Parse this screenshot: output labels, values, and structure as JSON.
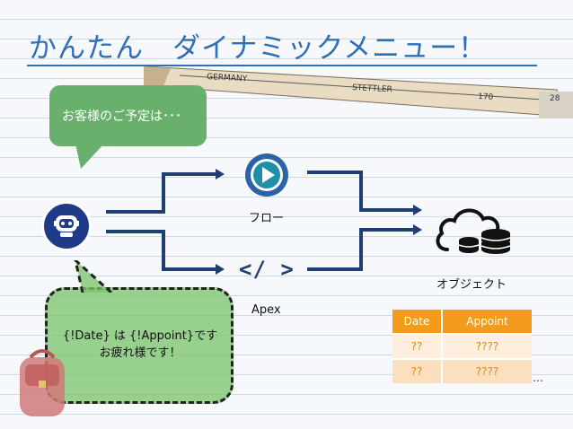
{
  "title": "かんたん　ダイナミックメニュー！",
  "speech_bubble": {
    "text": "お客様のご予定は･･･"
  },
  "dashed_bubble": {
    "line1": "{!Date} は {!Appoint}です",
    "line2": "お疲れ様です！"
  },
  "nodes": {
    "flow_label": "フロー",
    "apex_label": "Apex",
    "apex_symbol": "</ >",
    "object_label": "オブジェクト"
  },
  "pencil_text": {
    "left": "GERMANY",
    "right": "STETTLER",
    "number": "170",
    "suffix": "28"
  },
  "table": {
    "headers": [
      "Date",
      "Appoint"
    ],
    "rows": [
      [
        "??",
        "????"
      ],
      [
        "??",
        "????"
      ]
    ],
    "ellipsis": "…"
  },
  "colors": {
    "title": "#2f6fb3",
    "connector": "#1f3f73",
    "bubble": "#6ab06d",
    "table_header": "#f29b1d"
  }
}
